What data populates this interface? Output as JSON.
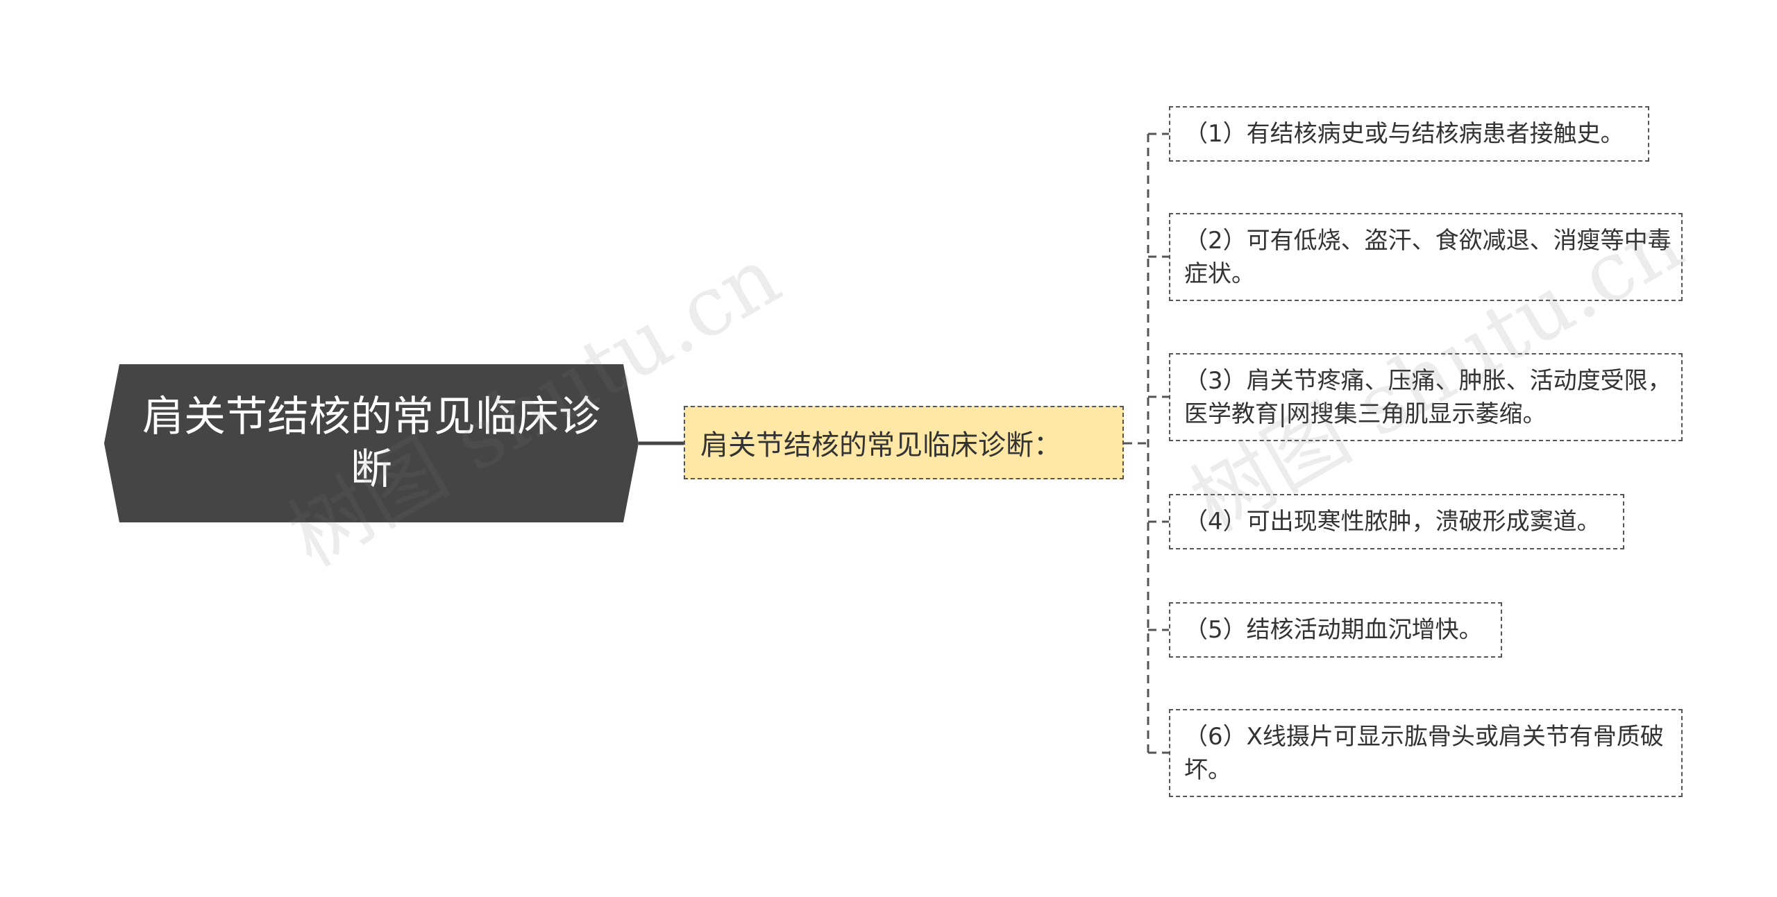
{
  "root": {
    "label": "肩关节结核的常见临床诊断",
    "color": "#454545"
  },
  "mid": {
    "label": "肩关节结核的常见临床诊断：",
    "fill": "#ffe8a6"
  },
  "leaves": [
    {
      "label": "（1）有结核病史或与结核病患者接触史。"
    },
    {
      "label": "（2）可有低烧、盗汗、食欲减退、消瘦等中毒症状。"
    },
    {
      "label": "（3）肩关节疼痛、压痛、肿胀、活动度受限，医学教育|网搜集三角肌显示萎缩。"
    },
    {
      "label": "（4）可出现寒性脓肿，溃破形成窦道。"
    },
    {
      "label": "（5）结核活动期血沉增快。"
    },
    {
      "label": "（6）X线摄片可显示肱骨头或肩关节有骨质破坏。"
    }
  ],
  "watermarks": [
    "树图 shutu.cn",
    "树图 shutu.cn"
  ]
}
